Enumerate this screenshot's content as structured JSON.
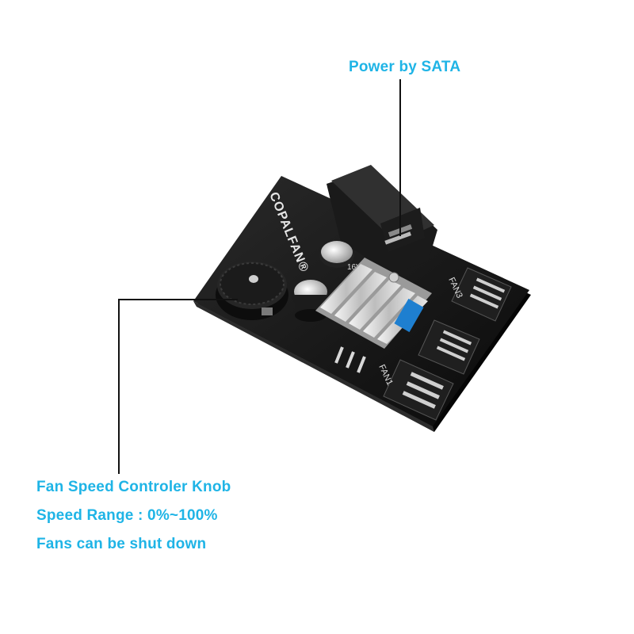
{
  "annotations": {
    "power": "Power by SATA",
    "knob": "Fan Speed Controler Knob",
    "range": "Speed Range : 0%~100%",
    "shutdown": "Fans can be shut down"
  },
  "board": {
    "brand": "COPALFAN®",
    "fan_labels": [
      "FAN1",
      "FAN3"
    ],
    "capacitor_marking": "16V"
  },
  "colors": {
    "label": "#1fb4e6",
    "pcb": "#121212",
    "leader_line": "#111111"
  }
}
